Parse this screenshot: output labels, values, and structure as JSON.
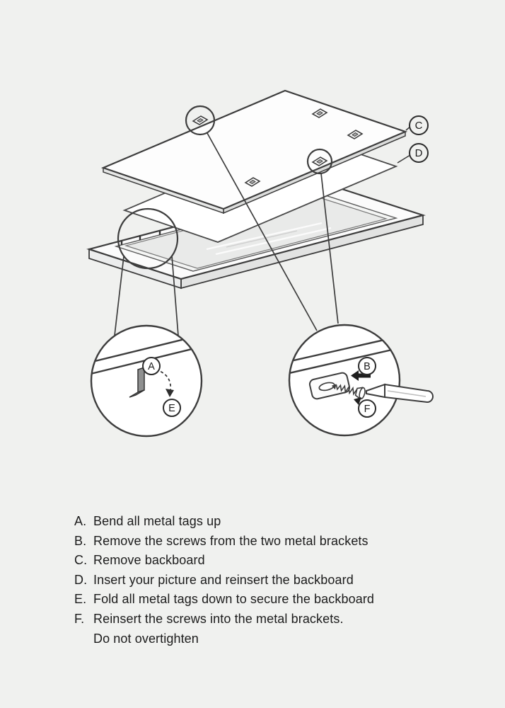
{
  "page": {
    "background": "#f0f1ef",
    "line_color": "#3d3d3d"
  },
  "diagram": {
    "labels": {
      "a": "A",
      "b": "B",
      "c": "C",
      "d": "D",
      "e": "E",
      "f": "F"
    }
  },
  "instructions": [
    {
      "label": "A.",
      "text": "Bend all metal tags up"
    },
    {
      "label": "B.",
      "text": "Remove the screws from the two metal brackets"
    },
    {
      "label": "C.",
      "text": "Remove backboard"
    },
    {
      "label": "D.",
      "text": "Insert your picture and reinsert the backboard"
    },
    {
      "label": "E.",
      "text": "Fold all metal tags down to secure the backboard"
    },
    {
      "label": "F.",
      "text": "Reinsert the screws into the metal brackets.",
      "continuation": "Do not overtighten"
    }
  ]
}
